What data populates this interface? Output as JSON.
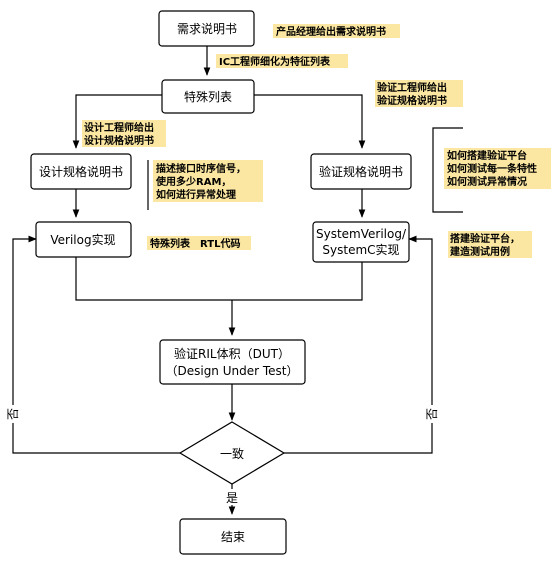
{
  "nodes": {
    "requirements": "需求说明书",
    "feature_list": "特殊列表",
    "design_spec": "设计规格说明书",
    "verification_spec": "验证规格说明书",
    "verilog_impl": "Verilog实现",
    "sv_impl_line1": "SystemVerilog/",
    "sv_impl_line2": "SystemC实现",
    "dut_line1": "验证RIL体积（DUT）",
    "dut_line2": "（Design Under Test）",
    "consistent": "一致",
    "end": "结束"
  },
  "notes": {
    "pm": "产品经理给出需求说明书",
    "ic": "IC工程师细化为特征列表",
    "design_eng_line1": "设计工程师给出",
    "design_eng_line2": "设计规格说明书",
    "verif_eng_line1": "验证工程师给出",
    "verif_eng_line2": "验证规格说明书",
    "design_detail_line1": "描述接口时序信号，",
    "design_detail_line2": "使用多少RAM，",
    "design_detail_line3": "如何进行异常处理",
    "verif_detail_line1": "如何搭建验证平台",
    "verif_detail_line2": "如何测试每一条特性",
    "verif_detail_line3": "如何测试异常情况",
    "feature_rtl": "特殊列表　RTL代码",
    "platform_line1": "搭建验证平台，",
    "platform_line2": "建造测试用例"
  },
  "edge_labels": {
    "no_left": "否",
    "no_right": "否",
    "yes": "是"
  }
}
